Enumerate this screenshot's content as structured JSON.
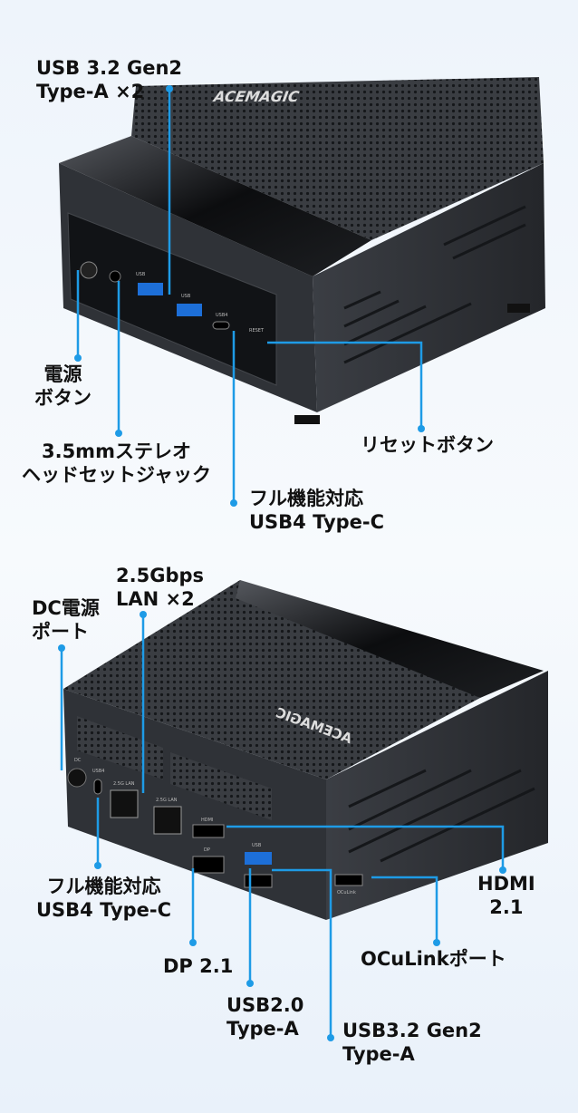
{
  "brand": "ACEMAGIC",
  "colors": {
    "callout_line": "#1e9be6",
    "device_body": "#2b2e33",
    "background": "#eef4fb"
  },
  "front_view": {
    "callouts": {
      "usb32_typea": {
        "line1": "USB 3.2 Gen2",
        "line2": "Type-A ×2"
      },
      "power_button": {
        "line1": "電源",
        "line2": "ボタン"
      },
      "headset_jack": {
        "line1": "3.5mmステレオ",
        "line2": "ヘッドセットジャック"
      },
      "reset_button": {
        "line1": "リセットボタン"
      },
      "usb4_typec": {
        "line1": "フル機能対応",
        "line2": "USB4 Type-C"
      }
    },
    "port_labels": {
      "usb1": "USB",
      "usb2": "USB",
      "usb4": "USB4",
      "reset": "RESET"
    }
  },
  "rear_view": {
    "callouts": {
      "lan": {
        "line1": "2.5Gbps",
        "line2": "LAN ×2"
      },
      "dc_power": {
        "line1": "DC電源",
        "line2": "ポート"
      },
      "usb4_typec": {
        "line1": "フル機能対応",
        "line2": "USB4 Type-C"
      },
      "dp": {
        "line1": "DP 2.1"
      },
      "usb20": {
        "line1": "USB2.0",
        "line2": "Type-A"
      },
      "usb32": {
        "line1": "USB3.2 Gen2",
        "line2": "Type-A"
      },
      "hdmi": {
        "line1": "HDMI",
        "line2": "2.1"
      },
      "oculink": {
        "line1": "OCuLinkポート"
      }
    },
    "port_labels": {
      "dc": "DC",
      "usb4": "USB4",
      "lan1": "2.5G LAN",
      "lan2": "2.5G LAN",
      "hdmi": "HDMI",
      "dp": "DP",
      "usb": "USB",
      "oculink": "OCuLink"
    }
  }
}
